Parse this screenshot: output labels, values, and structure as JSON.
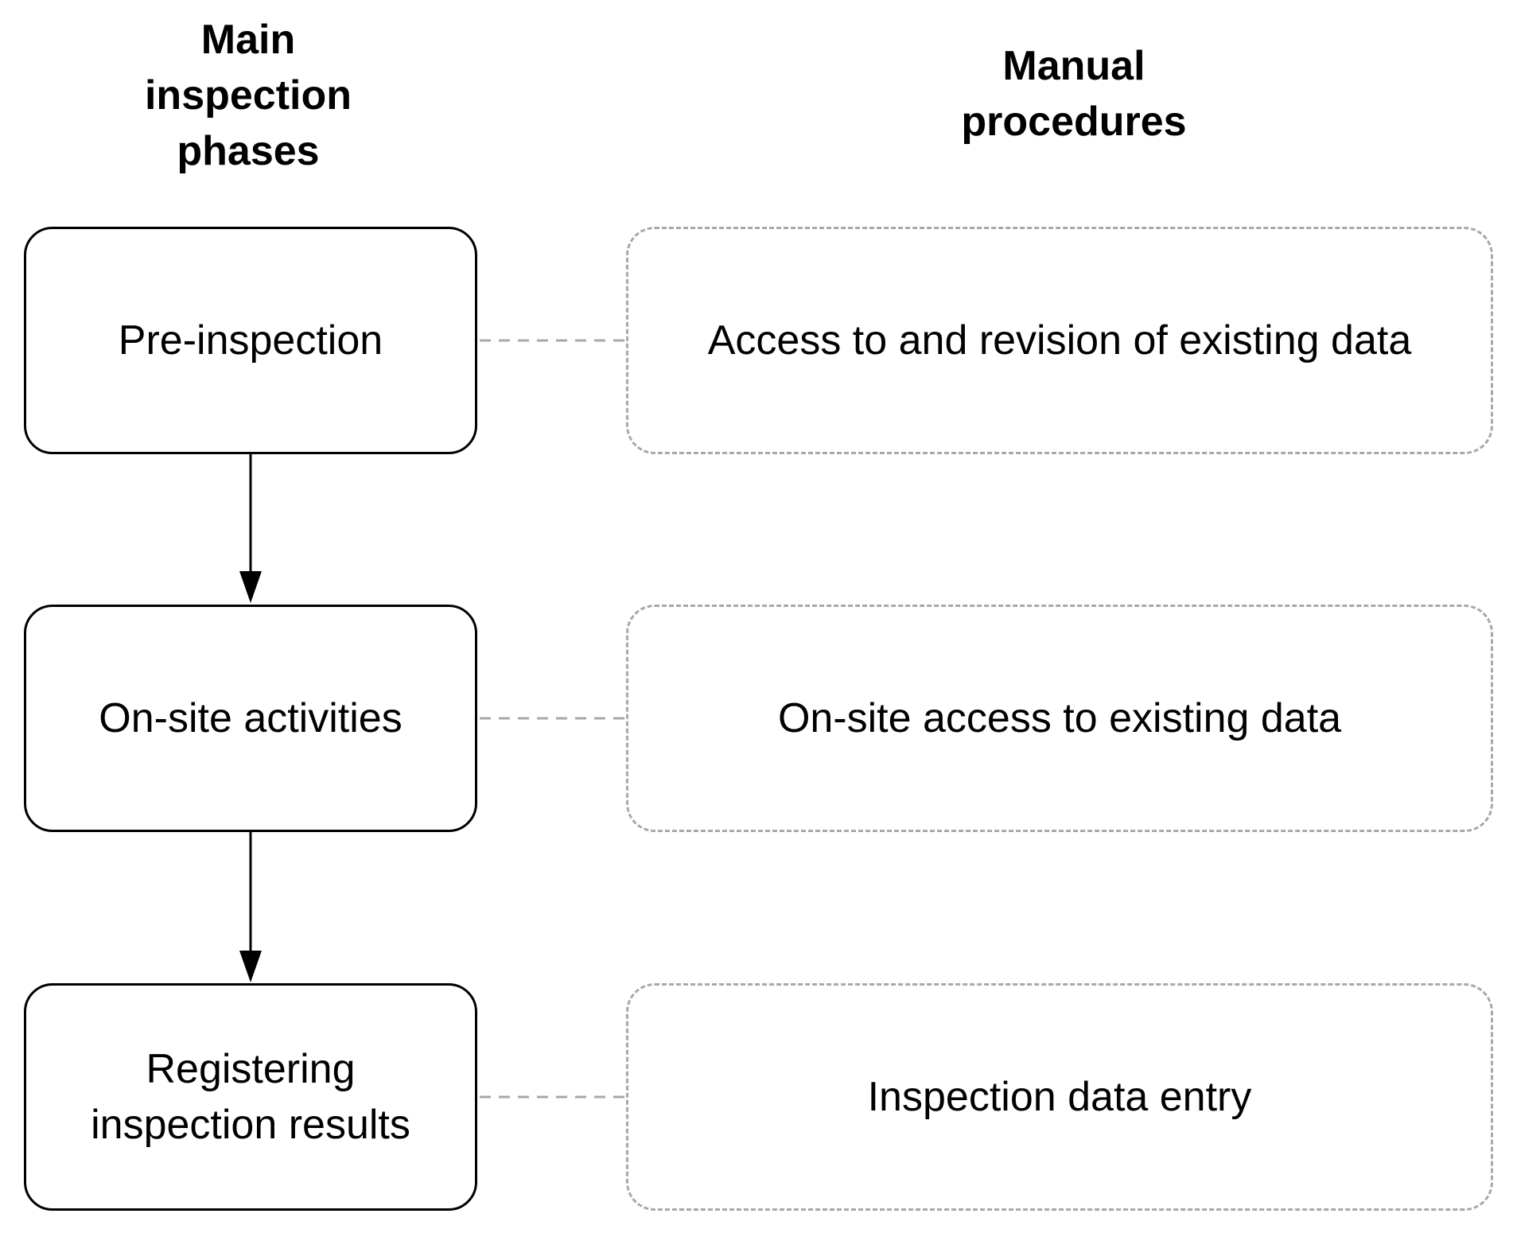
{
  "headings": {
    "left": [
      "Main",
      "inspection",
      "phases"
    ],
    "right": [
      "Manual",
      "procedures"
    ]
  },
  "phases": [
    {
      "lines": [
        "Pre-inspection"
      ]
    },
    {
      "lines": [
        "On-site activities"
      ]
    },
    {
      "lines": [
        "Registering",
        "inspection results"
      ]
    }
  ],
  "procedures": [
    {
      "lines": [
        "Access to and revision of existing data"
      ]
    },
    {
      "lines": [
        "On-site access to existing data"
      ]
    },
    {
      "lines": [
        "Inspection data entry"
      ]
    }
  ],
  "colors": {
    "phase_border": "#000000",
    "procedure_border": "#a8a8a8",
    "connector_dashed": "#a8a8a8",
    "arrow": "#000000"
  }
}
